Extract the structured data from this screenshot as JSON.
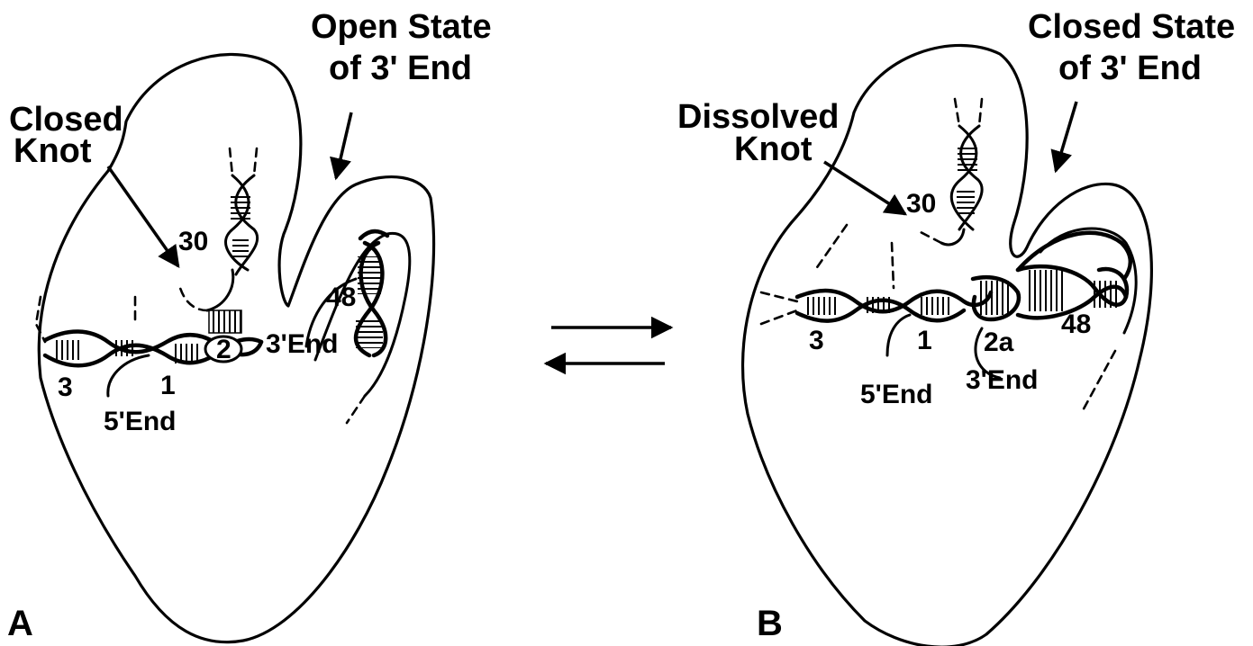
{
  "panel_a": {
    "panel_label": "A",
    "callout_state_line1": "Open State",
    "callout_state_line2": "of 3' End",
    "callout_knot_line1": "Closed",
    "callout_knot_line2": "Knot",
    "helix_labels": [
      "30",
      "48",
      "3",
      "1",
      "2"
    ],
    "end_labels": [
      "5'End",
      "3'End"
    ]
  },
  "panel_b": {
    "panel_label": "B",
    "callout_state_line1": "Closed State",
    "callout_state_line2": "of 3' End",
    "callout_knot_line1": "Dissolved",
    "callout_knot_line2": "Knot",
    "helix_labels": [
      "30",
      "3",
      "1",
      "2a",
      "48"
    ],
    "end_labels": [
      "5'End",
      "3'End"
    ]
  }
}
